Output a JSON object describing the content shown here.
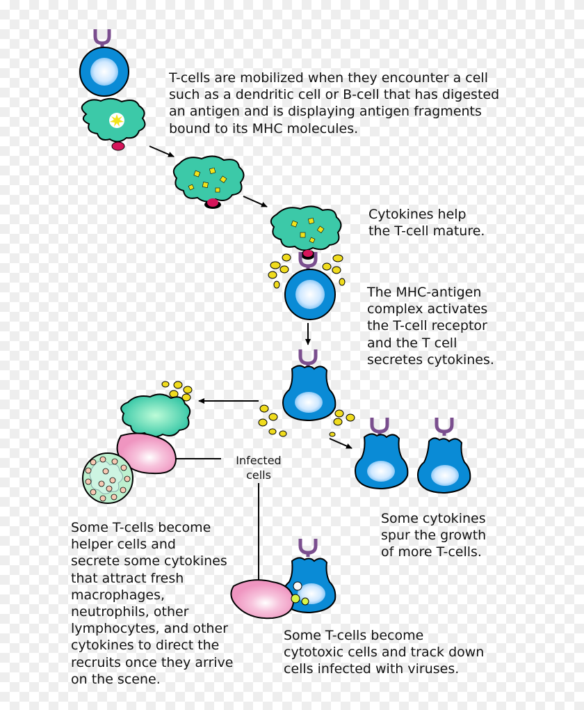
{
  "captions": {
    "mobilization": "T-cells are mobilized when they encounter a cell\nsuch as a dendritic cell or B-cell that has digested\nan antigen and is displaying antigen fragments\nbound to its MHC molecules.",
    "cytokines_help": "Cytokines help\nthe T-cell mature.",
    "mhc_activation": "The MHC-antigen\ncomplex activates\nthe T-cell receptor\nand the T cell\nsecretes cytokines.",
    "infected_cells": "Infected\ncells",
    "growth": "Some cytokines\nspur the growth\nof more T-cells.",
    "helper": "Some T-cells become\nhelper cells and\nsecrete some cytokines\nthat attract fresh\nmacrophages,\nneutrophils, other\nlymphocytes, and other\ncytokines to direct the\nrecruits once they arrive\non the scene.",
    "cytotoxic": "Some T-cells become\ncytotoxic cells and track down\ncells infected with viruses."
  },
  "colors": {
    "t_cell": "#0a8bd6",
    "t_cell_nucleus": "#cfe8ff",
    "receptor": "#7a4e8e",
    "dendritic_cell": "#3cc9a8",
    "antigen_fragment": "#f2e41a",
    "cytokine": "#f0dc1e",
    "mhc_molecule": "#d6145a",
    "infected_cell": "#f29cc4",
    "macrophage": "#a3e6b9",
    "macrophage_granule": "#f7c9b3"
  }
}
